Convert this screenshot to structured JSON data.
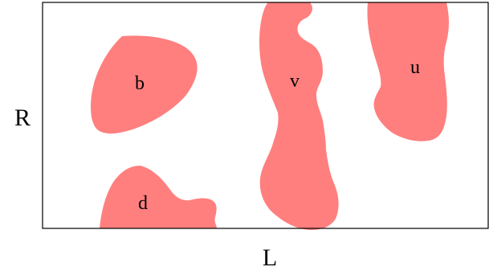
{
  "axes": {
    "x_label": "L",
    "y_label": "R"
  },
  "regions": [
    {
      "id": "b",
      "label": "b"
    },
    {
      "id": "d",
      "label": "d"
    },
    {
      "id": "v",
      "label": "v"
    },
    {
      "id": "u",
      "label": "u"
    }
  ],
  "colors": {
    "region_fill": "#ff7f7f",
    "frame_stroke": "#000000",
    "background": "#ffffff"
  }
}
